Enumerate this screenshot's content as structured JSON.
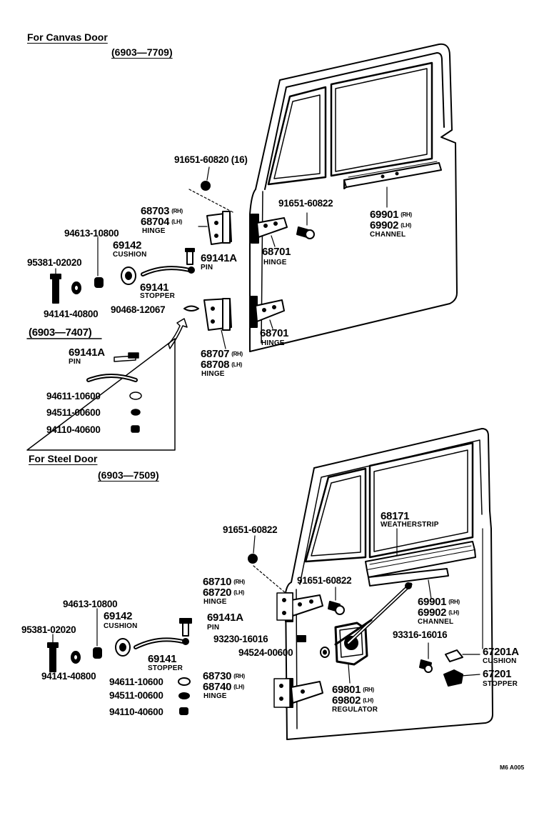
{
  "headers": {
    "canvas_title": "For Canvas Door",
    "canvas_range": "(6903—7709)",
    "inset_range": "(6903—7407)",
    "steel_title": "For Steel Door",
    "steel_range": "(6903—7509)"
  },
  "canvas": {
    "p1": "91651-60820 (16)",
    "p2": "91651-60822",
    "p3a": "68703",
    "p3a_s": "(RH)",
    "p3b": "68704",
    "p3b_s": "(LH)",
    "p3_lbl": "HINGE",
    "p4": "94613-10800",
    "p5": "69142",
    "p5_lbl": "CUSHION",
    "p6": "69141A",
    "p6_lbl": "PIN",
    "p7": "95381-02020",
    "p8": "69141",
    "p8_lbl": "STOPPER",
    "p9": "94141-40800",
    "p10": "90468-12067",
    "p11": "68701",
    "p11_lbl": "HINGE",
    "p12": "68701",
    "p12_lbl": "HINGE",
    "p13a": "68707",
    "p13a_s": "(RH)",
    "p13b": "68708",
    "p13b_s": "(LH)",
    "p13_lbl": "HINGE",
    "p14a": "69901",
    "p14a_s": "(RH)",
    "p14b": "69902",
    "p14b_s": "(LH)",
    "p14_lbl": "CHANNEL"
  },
  "inset": {
    "i1": "69141A",
    "i1_lbl": "PIN",
    "i2": "94611-10600",
    "i3": "94511-00600",
    "i4": "94110-40600"
  },
  "steel": {
    "s1": "68171",
    "s1_lbl": "WEATHERSTRIP",
    "s2": "91651-60822",
    "s3": "91651-60822",
    "s4a": "68710",
    "s4a_s": "(RH)",
    "s4b": "68720",
    "s4b_s": "(LH)",
    "s4_lbl": "HINGE",
    "s5": "94613-10800",
    "s6": "69142",
    "s6_lbl": "CUSHION",
    "s7": "69141A",
    "s7_lbl": "PIN",
    "s8": "95381-02020",
    "s9": "93230-16016",
    "s10": "94524-00600",
    "s11": "69141",
    "s11_lbl": "STOPPER",
    "s12": "94141-40800",
    "s13a": "68730",
    "s13a_s": "(RH)",
    "s13b": "68740",
    "s13b_s": "(LH)",
    "s13_lbl": "HINGE",
    "s14": "94611-10600",
    "s15": "94511-00600",
    "s16": "94110-40600",
    "s17a": "69801",
    "s17a_s": "(RH)",
    "s17b": "69802",
    "s17b_s": "(LH)",
    "s17_lbl": "REGULATOR",
    "s18a": "69901",
    "s18a_s": "(RH)",
    "s18b": "69902",
    "s18b_s": "(LH)",
    "s18_lbl": "CHANNEL",
    "s19": "93316-16016",
    "s20": "67201A",
    "s20_lbl": "CUSHION",
    "s21": "67201",
    "s21_lbl": "STOPPER"
  },
  "footer_code": "M6 A005"
}
